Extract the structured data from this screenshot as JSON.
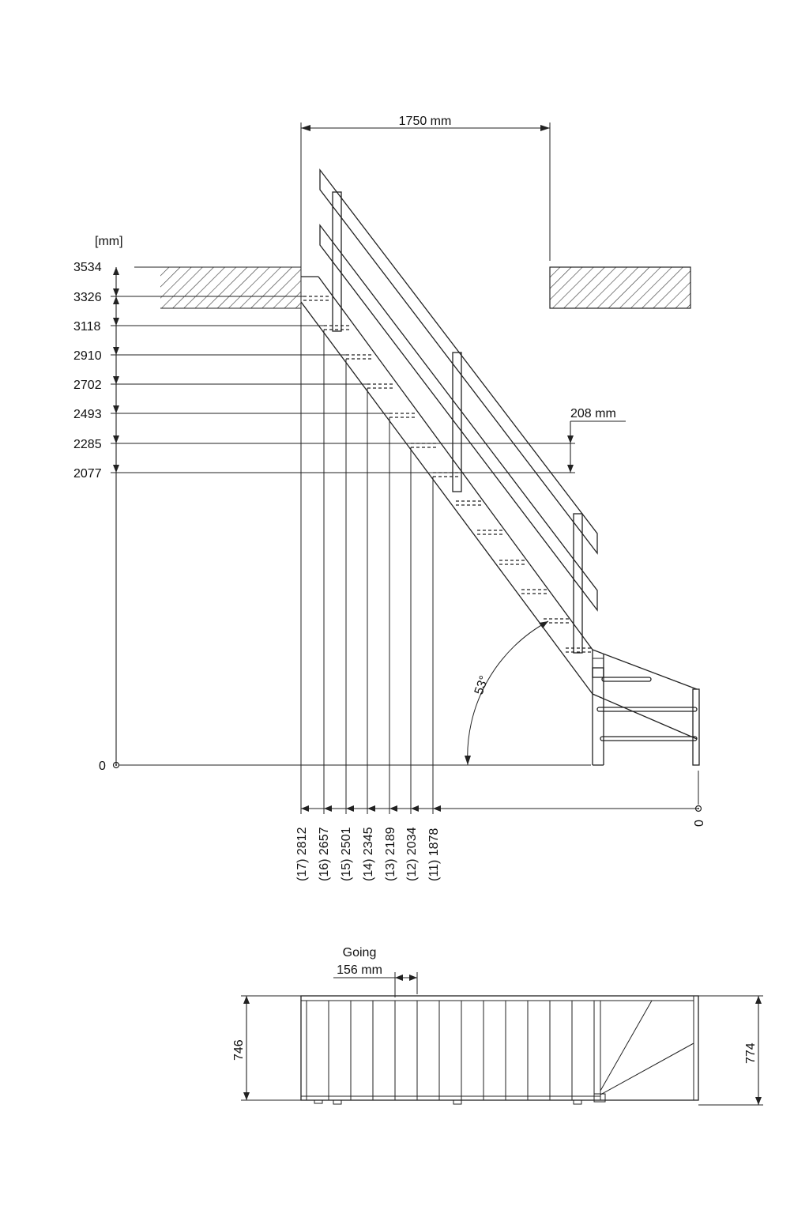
{
  "side_view": {
    "unit_label": "[mm]",
    "opening_width": "1750 mm",
    "riser_height": "208 mm",
    "angle": "53°",
    "height_labels": [
      "3534",
      "3326",
      "3118",
      "2910",
      "2702",
      "2493",
      "2285",
      "2077",
      "0"
    ],
    "step_positions": [
      "(17) 2812",
      "(16) 2657",
      "(15) 2501",
      "(14) 2345",
      "(13) 2189",
      "(12) 2034",
      "(11) 1878"
    ],
    "base_zero": "0"
  },
  "plan_view": {
    "going_label": "Going",
    "going_value": "156 mm",
    "width_left": "746",
    "width_right": "774"
  }
}
